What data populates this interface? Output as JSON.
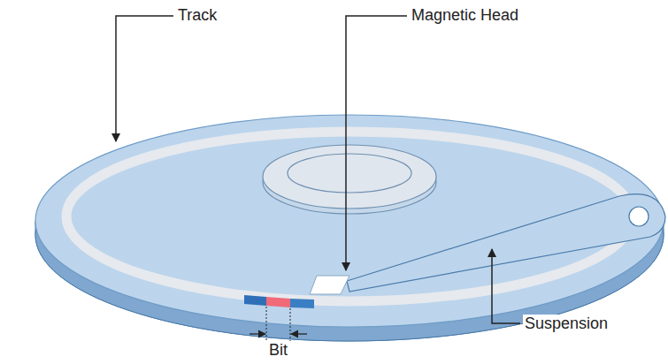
{
  "diagram": {
    "labels": [
      "Track",
      "Magnetic Head",
      "Suspension",
      "Bit"
    ]
  }
}
